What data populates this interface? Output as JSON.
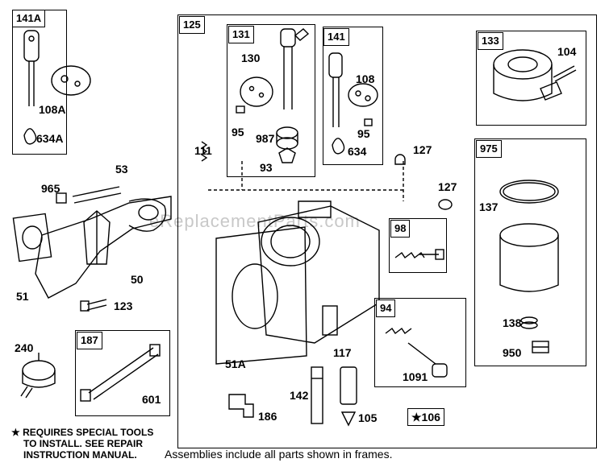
{
  "watermark": "eReplacementParts.com",
  "frames": {
    "f141A": "141A",
    "f125": "125",
    "f131": "131",
    "f141": "141",
    "f133": "133",
    "f975": "975",
    "f98": "98",
    "f94": "94",
    "f187": "187",
    "f106": "★106"
  },
  "labels": {
    "l108A": "108A",
    "l634A": "634A",
    "l130": "130",
    "l95a": "95",
    "l987": "987",
    "l93": "93",
    "l108": "108",
    "l95b": "95",
    "l634": "634",
    "l127a": "127",
    "l127b": "127",
    "l104": "104",
    "l137": "137",
    "l138": "138",
    "l950": "950",
    "l111": "111",
    "l53": "53",
    "l965": "965",
    "l51": "51",
    "l50": "50",
    "l123": "123",
    "l240": "240",
    "l601": "601",
    "l51A": "51A",
    "l117": "117",
    "l1091": "1091",
    "l142": "142",
    "l186": "186",
    "l105": "105"
  },
  "notes": {
    "line1": "★ REQUIRES SPECIAL TOOLS",
    "line2": "TO INSTALL.  SEE REPAIR",
    "line3": "INSTRUCTION MANUAL."
  },
  "footer": "Assemblies include all parts shown in frames."
}
